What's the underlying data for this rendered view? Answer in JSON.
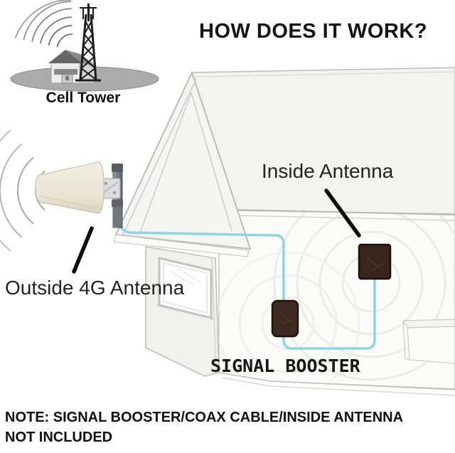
{
  "title": "HOW DOES IT WORK?",
  "labels": {
    "cell_tower": "Cell Tower",
    "inside_antenna": "Inside Antenna",
    "outside_antenna": "Outside 4G Antenna",
    "signal_booster": "SIGNAL BOOSTER"
  },
  "note": {
    "line1": "NOTE: SIGNAL BOOSTER/COAX CABLE/INSIDE ANTENNA",
    "line2": "NOT INCLUDED"
  },
  "icons": [
    "cell-tower-icon",
    "radio-waves-icon",
    "house-icon",
    "window",
    "outside-antenna-icon",
    "antenna-wave-icon",
    "coax-cable",
    "signal-booster-icon",
    "inside-antenna-icon",
    "indoor-wave-icon",
    "pointer-line"
  ],
  "colors": {
    "cable": "#8dd5e7",
    "booster_brown": "#3f2a21",
    "antenna_brown": "#3a241c",
    "house_outline": "#bcbcbb",
    "house_fill": "#f3f3f1",
    "text": "#1a1a1a"
  }
}
